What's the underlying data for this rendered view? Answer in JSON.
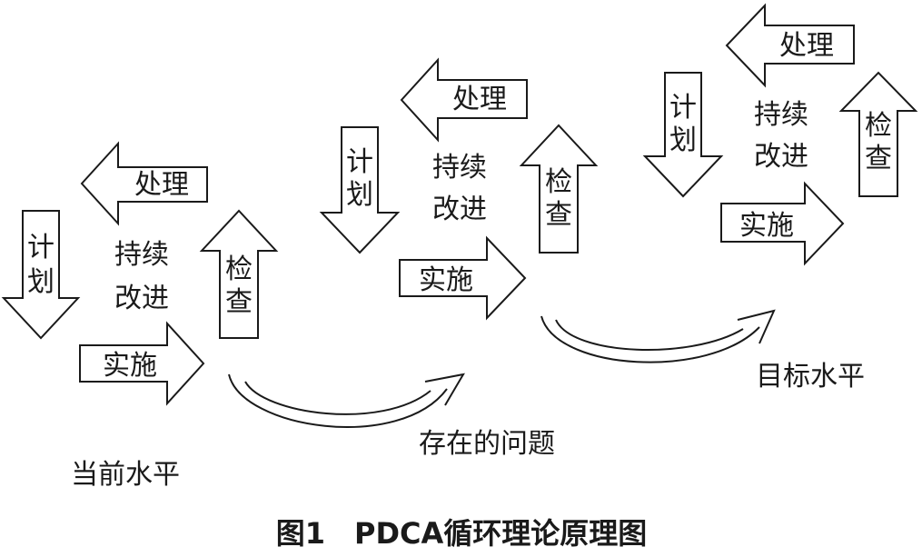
{
  "cycles": [
    {
      "plan": "计\n划",
      "do": "实施",
      "check": "检\n查",
      "act": "处理",
      "center": "持续\n改进"
    },
    {
      "plan": "计\n划",
      "do": "实施",
      "check": "检\n查",
      "act": "处理",
      "center": "持续\n改进"
    },
    {
      "plan": "计\n划",
      "do": "实施",
      "check": "检\n查",
      "act": "处理",
      "center": "持续\n改进"
    }
  ],
  "labels": {
    "current_level": "当前水平",
    "existing_problems": "存在的问题",
    "target_level": "目标水平"
  },
  "caption": "图1　PDCA循环理论原理图"
}
